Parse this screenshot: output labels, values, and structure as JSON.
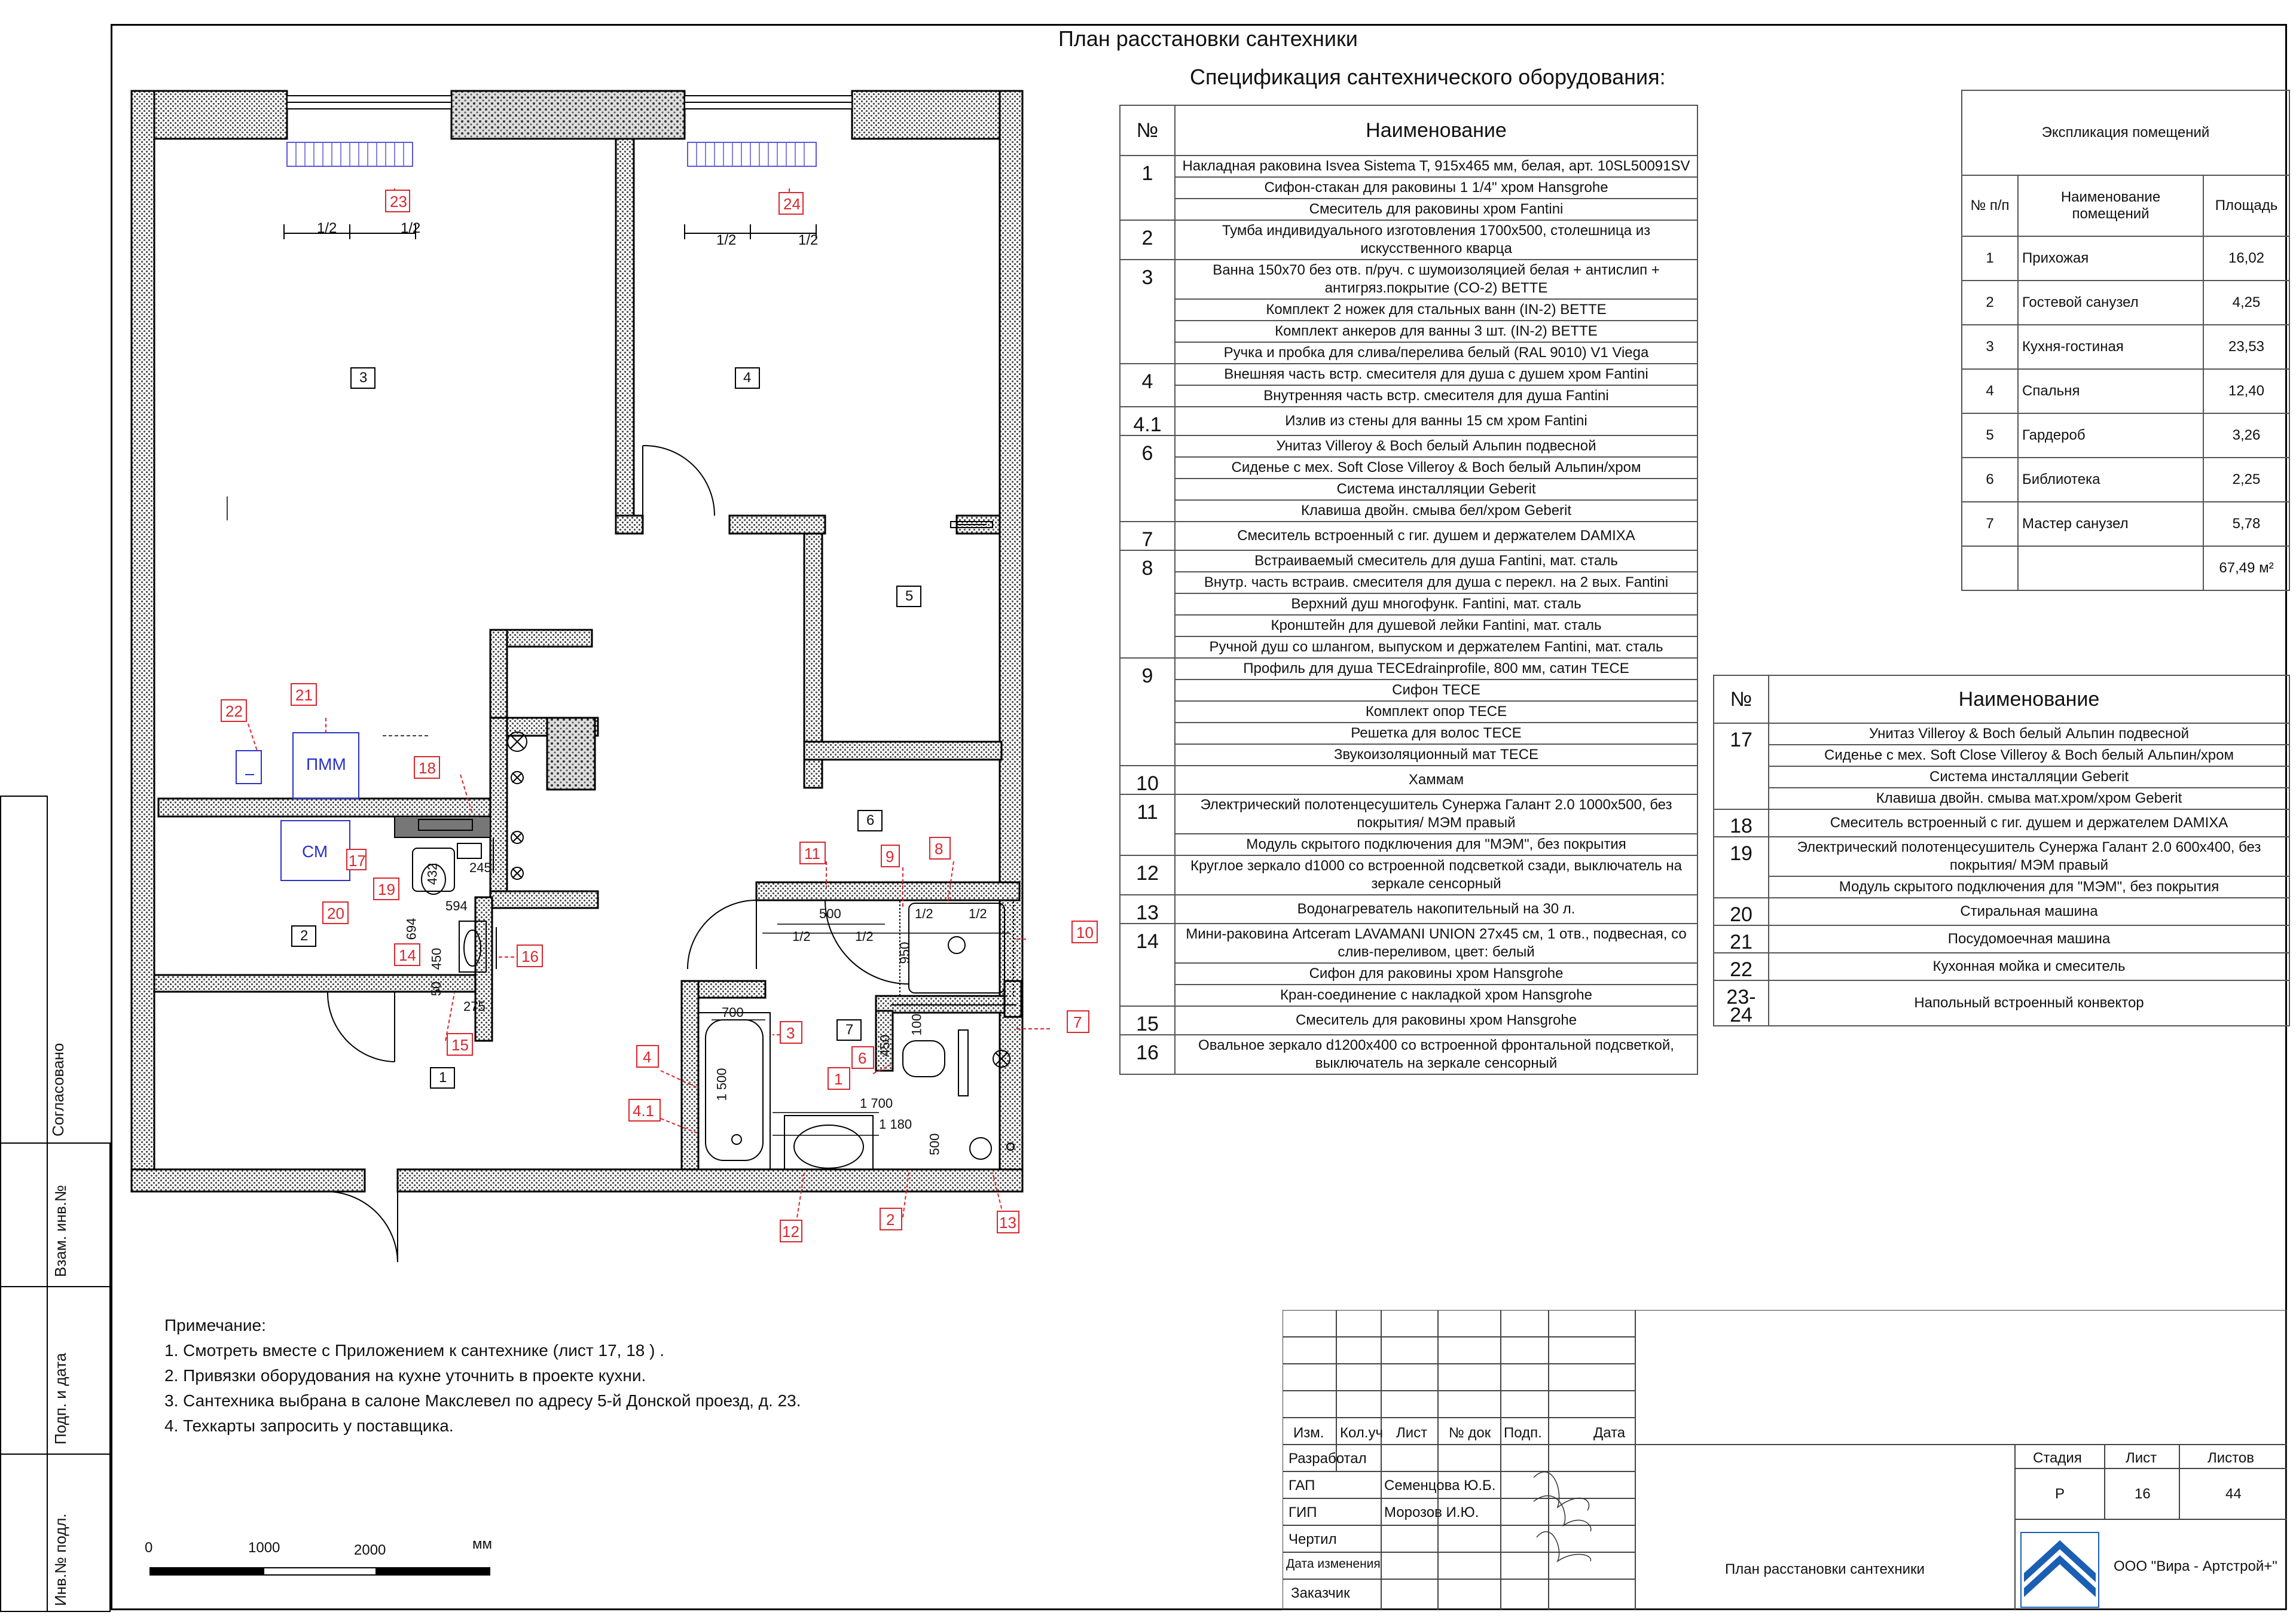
{
  "sheet_title": "План расстановки сантехники",
  "spec": {
    "title": "Спецификация сантехнического оборудования:",
    "col_no": "№",
    "col_name": "Наименование",
    "rows": [
      {
        "no": "1",
        "items": [
          "Накладная раковина Isvea Sistema T, 915х465 мм, белая, арт. 10SL50091SV",
          "Сифон-стакан для раковины 1 1/4\" хром Hansgrohe",
          "Смеситель для раковины хром Fantini"
        ]
      },
      {
        "no": "2",
        "items": [
          "Тумба индивидуального изготовления 1700х500, столешница из искусственного кварца"
        ]
      },
      {
        "no": "3",
        "items": [
          "Ванна 150х70 без отв. п/руч. с шумоизоляцией белая + антислип + антигряз.покрытие (CO-2) BETTE",
          "Комплект 2 ножек для стальных ванн (IN-2) BETTE",
          "Комплект анкеров для ванны 3 шт. (IN-2) BETTE",
          "Ручка и пробка для слива/перелива белый (RAL 9010) V1 Viega"
        ]
      },
      {
        "no": "4",
        "items": [
          "Внешняя часть встр. смесителя для душа с душем хром Fantini",
          "Внутренняя часть встр. смесителя для душа Fantini"
        ]
      },
      {
        "no": "4.1",
        "items": [
          "Излив из стены для ванны 15 см хром Fantini"
        ]
      },
      {
        "no": "6",
        "items": [
          "Унитаз Villeroy & Boch белый Альпин подвесной",
          "Сиденье с мех. Soft Close Villeroy & Boch белый Альпин/хром",
          "Система инсталляции Geberit",
          "Клавиша двойн. смыва бел/хром Geberit"
        ]
      },
      {
        "no": "7",
        "items": [
          "Смеситель встроенный с гиг. душем и держателем DAMIXA"
        ]
      },
      {
        "no": "8",
        "items": [
          "Встраиваемый смеситель для душа Fantini, мат. сталь",
          "Внутр. часть встраив. смесителя для душа с перекл. на 2 вых. Fantini",
          "Верхний душ многофунк. Fantini, мат. сталь",
          "Кронштейн для душевой лейки Fantini, мат. сталь",
          "Ручной душ со шлангом, выпуском и держателем Fantini, мат. сталь"
        ]
      },
      {
        "no": "9",
        "items": [
          "Профиль для душа TECEdrainprofile, 800 мм, сатин TECE",
          "Сифон TECE",
          "Комплект опор TECE",
          "Решетка для волос TECE",
          "Звукоизоляционный мат TECE"
        ]
      },
      {
        "no": "10",
        "items": [
          "Хаммам"
        ]
      },
      {
        "no": "11",
        "items": [
          "Электрический полотенцесушитель Сунержа Галант 2.0 1000х500, без покрытия/ МЭМ правый",
          "Модуль скрытого подключения для \"МЭМ\", без покрытия"
        ]
      },
      {
        "no": "12",
        "items": [
          "Круглое зеркало d1000 со встроенной подсветкой сзади, выключатель на зеркале сенсорный"
        ]
      },
      {
        "no": "13",
        "items": [
          "Водонагреватель накопительный на 30 л."
        ]
      },
      {
        "no": "14",
        "items": [
          "Мини-раковина Artceram LAVAMANI UNION 27х45 см, 1 отв., подвесная, со слив-переливом, цвет: белый",
          "Сифон для раковины хром Hansgrohe",
          "Кран-соединение с накладкой хром Hansgrohe"
        ]
      },
      {
        "no": "15",
        "items": [
          "Смеситель для раковины хром Hansgrohe"
        ]
      },
      {
        "no": "16",
        "items": [
          "Овальное зеркало d1200х400 со встроенной фронтальной подсветкой, выключатель на зеркале сенсорный"
        ]
      }
    ]
  },
  "spec2": {
    "col_no": "№",
    "col_name": "Наименование",
    "rows": [
      {
        "no": "17",
        "items": [
          "Унитаз Villeroy & Boch белый Альпин подвесной",
          "Сиденье с мех. Soft Close Villeroy & Boch белый Альпин/хром",
          "Система инсталляции Geberit",
          "Клавиша двойн. смыва мат.хром/хром Geberit"
        ]
      },
      {
        "no": "18",
        "items": [
          "Смеситель встроенный с гиг. душем и держателем DAMIXA"
        ]
      },
      {
        "no": "19",
        "items": [
          "Электрический полотенцесушитель Сунержа Галант 2.0 600х400, без покрытия/ МЭМ правый",
          "Модуль скрытого подключения для \"МЭМ\", без покрытия"
        ]
      },
      {
        "no": "20",
        "items": [
          "Стиральная машина"
        ]
      },
      {
        "no": "21",
        "items": [
          "Посудомоечная машина"
        ]
      },
      {
        "no": "22",
        "items": [
          "Кухонная мойка и смеситель"
        ]
      },
      {
        "no": "23-24",
        "items": [
          "Напольный встроенный конвектор"
        ]
      }
    ]
  },
  "explication": {
    "title": "Экспликация помещений",
    "col_no": "№ п/п",
    "col_name": "Наименование помещений",
    "col_area": "Площадь",
    "rows": [
      {
        "no": "1",
        "name": "Прихожая",
        "area": "16,02"
      },
      {
        "no": "2",
        "name": "Гостевой санузел",
        "area": "4,25"
      },
      {
        "no": "3",
        "name": "Кухня-гостиная",
        "area": "23,53"
      },
      {
        "no": "4",
        "name": "Спальня",
        "area": "12,40"
      },
      {
        "no": "5",
        "name": "Гардероб",
        "area": "3,26"
      },
      {
        "no": "6",
        "name": "Библиотека",
        "area": "2,25"
      },
      {
        "no": "7",
        "name": "Мастер санузел",
        "area": "5,78"
      }
    ],
    "total": "67,49 м²"
  },
  "notes": {
    "title": "Примечание:",
    "items": [
      "1. Смотреть вместе с Приложением к сантехнике  (лист 17, 18  ) .",
      "2. Привязки оборудования на кухне уточнить в проекте кухни.",
      "3. Сантехника выбрана в салоне Макслевел по адресу 5-й Донской проезд, д. 23.",
      "4. Техкарты запросить у поставщика."
    ]
  },
  "scale": {
    "t0": "0",
    "t1": "1000",
    "t2": "2000",
    "unit": "мм"
  },
  "stamp": {
    "headers": [
      "Изм.",
      "Кол.уч",
      "Лист",
      "№ док",
      "Подп.",
      "Дата"
    ],
    "roles": [
      "Разработал",
      "ГАП",
      "ГИП",
      "Чертил",
      "Дата изменения",
      "Заказчик"
    ],
    "gap_name": "Семенцова Ю.Б.",
    "gip_name": "Морозов И.Ю.",
    "stage_h": "Стадия",
    "sheet_h": "Лист",
    "sheets_h": "Листов",
    "stage": "Р",
    "sheet": "16",
    "sheets": "44",
    "drawing_name": "План расстановки сантехники",
    "company": "ООО \"Вира - Артстрой+\""
  },
  "side": {
    "a": "Согласовано",
    "b": "Взам. инв.№",
    "c": "Подп. и дата",
    "d": "Инв.№ подл."
  },
  "plan": {
    "rooms": [
      "1",
      "2",
      "3",
      "4",
      "5",
      "6",
      "7"
    ],
    "equip": {
      "pmm": "ПММ",
      "sm": "СМ"
    },
    "dims": {
      "half": "1/2",
      "d500": "500",
      "d950": "950",
      "d700": "700",
      "d1500": "1 500",
      "d1700": "1 700",
      "d1180": "1 180",
      "d500b": "500",
      "d100": "100",
      "d450": "450",
      "d594": "594",
      "d694": "694",
      "d450b": "450",
      "d50": "50",
      "d275": "275",
      "d432": "432",
      "d245": "245"
    },
    "tags": [
      "23",
      "24",
      "22",
      "21",
      "18",
      "17",
      "19",
      "20",
      "16",
      "14",
      "15",
      "11",
      "9",
      "8",
      "10",
      "3",
      "4",
      "4.1",
      "1",
      "6",
      "7",
      "12",
      "2",
      "13"
    ]
  },
  "colors": {
    "tag": "#d9272e",
    "equip": "#2a32c8",
    "radiator": "#5b57d6",
    "wall": "#000"
  }
}
